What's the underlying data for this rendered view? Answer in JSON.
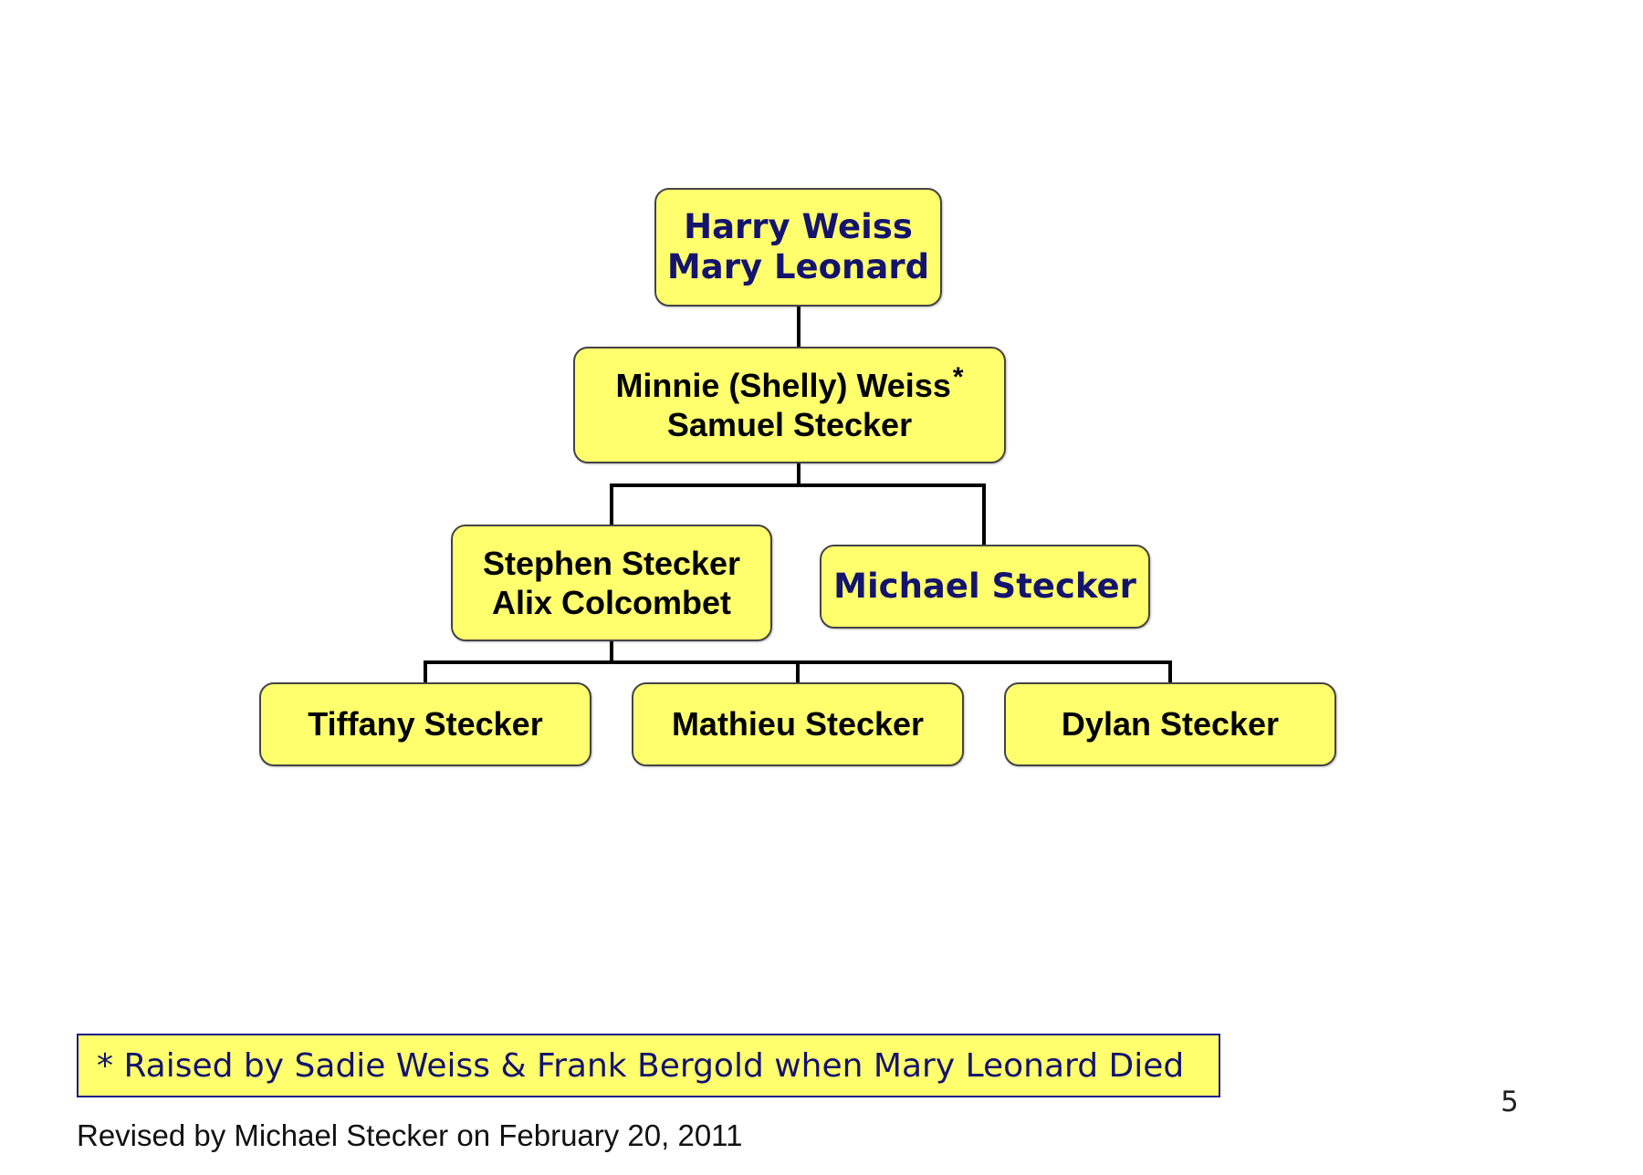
{
  "diagram": {
    "type": "family-tree",
    "nodes": {
      "harry_mary": {
        "lines": [
          "Harry Weiss",
          "Mary Leonard"
        ]
      },
      "minnie_samuel": {
        "lines": [
          "Minnie (Shelly) Weiss",
          "Samuel Stecker"
        ],
        "marker": "*"
      },
      "stephen_alix": {
        "lines": [
          "Stephen Stecker",
          "Alix Colcombet"
        ]
      },
      "michael": {
        "lines": [
          "Michael Stecker"
        ]
      },
      "tiffany": {
        "lines": [
          "Tiffany Stecker"
        ]
      },
      "mathieu": {
        "lines": [
          "Mathieu Stecker"
        ]
      },
      "dylan": {
        "lines": [
          "Dylan Stecker"
        ]
      }
    },
    "edges": [
      [
        "harry_mary",
        "minnie_samuel"
      ],
      [
        "minnie_samuel",
        "stephen_alix"
      ],
      [
        "minnie_samuel",
        "michael"
      ],
      [
        "stephen_alix",
        "tiffany"
      ],
      [
        "stephen_alix",
        "mathieu"
      ],
      [
        "stephen_alix",
        "dylan"
      ]
    ]
  },
  "footnote": "* Raised by Sadie Weiss & Frank Bergold when Mary Leonard Died",
  "revised_note": "Revised by Michael Stecker on February 20, 2011",
  "page_number": "5",
  "colors": {
    "box_fill": "#ffff6e",
    "box_border": "#444444",
    "navy_text": "#14146e",
    "connector": "#000000"
  }
}
